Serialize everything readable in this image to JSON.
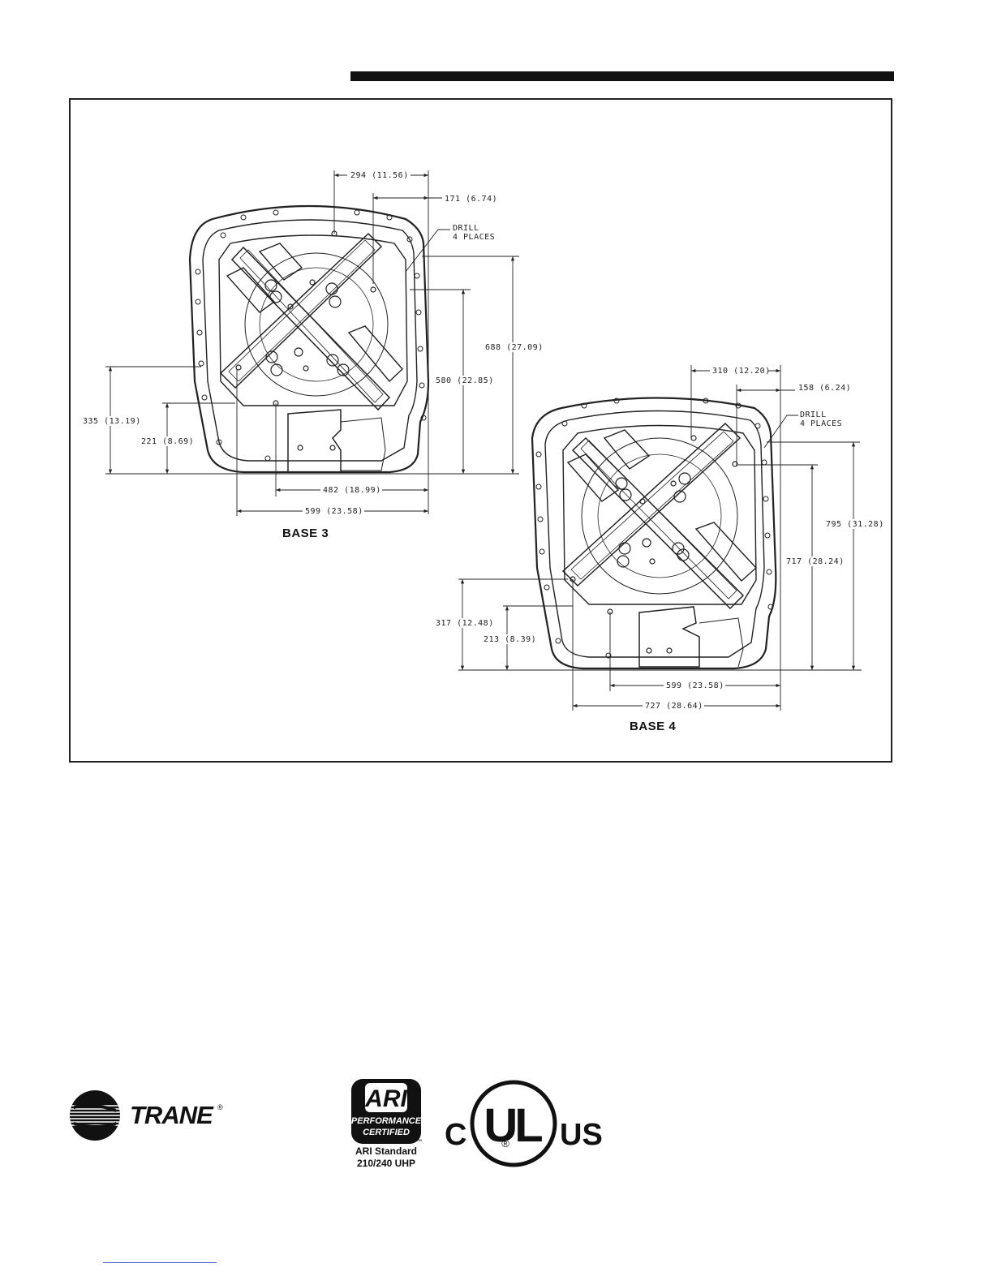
{
  "drawing": {
    "base3": {
      "label": "BASE 3",
      "drill_note": [
        "DRILL",
        "4 PLACES"
      ],
      "dims": {
        "top_a": "294 (11.56)",
        "top_b": "171 (6.74)",
        "right_a": "688 (27.09)",
        "right_b": "580 (22.85)",
        "left_a": "335 (13.19)",
        "left_b": "221 (8.69)",
        "bottom_a": "482 (18.99)",
        "bottom_b": "599 (23.58)"
      }
    },
    "base4": {
      "label": "BASE 4",
      "drill_note": [
        "DRILL",
        "4 PLACES"
      ],
      "dims": {
        "top_a": "310 (12.20)",
        "top_b": "158 (6.24)",
        "right_a": "795 (31.28)",
        "right_b": "717 (28.24)",
        "left_a": "317 (12.48)",
        "left_b": "213 (8.39)",
        "bottom_a": "599 (23.58)",
        "bottom_b": "727 (28.64)"
      }
    }
  },
  "footer": {
    "trane_logo_text": "TRANE",
    "trane_reg": "®",
    "ari_badge": {
      "top": "ARI",
      "line1": "PERFORMANCE",
      "line2": "CERTIFIED",
      "tm": "™"
    },
    "ari_caption": [
      "ARI Standard",
      "210/240 UHP"
    ],
    "ul": {
      "c": "C",
      "mark": "UL",
      "reg": "®",
      "us": "US"
    }
  }
}
